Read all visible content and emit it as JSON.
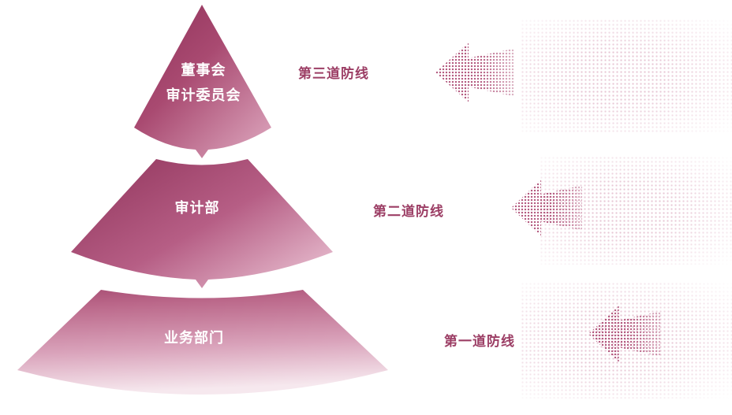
{
  "diagram": {
    "tiers": [
      {
        "name": [
          "董事会",
          "审计委员会"
        ],
        "defense": "第三道防线"
      },
      {
        "name": [
          "审计部"
        ],
        "defense": "第二道防线"
      },
      {
        "name": [
          "业务部门"
        ],
        "defense": "第一道防线"
      }
    ],
    "colors": {
      "pyramid_dark": "#8e3058",
      "pyramid_mid": "#b65e85",
      "pyramid_light": "#f6e8ee",
      "defense_label_text": "#9c3e65",
      "tier_label_text": "#ffffff",
      "stipple_dot": "#c582a0"
    }
  }
}
